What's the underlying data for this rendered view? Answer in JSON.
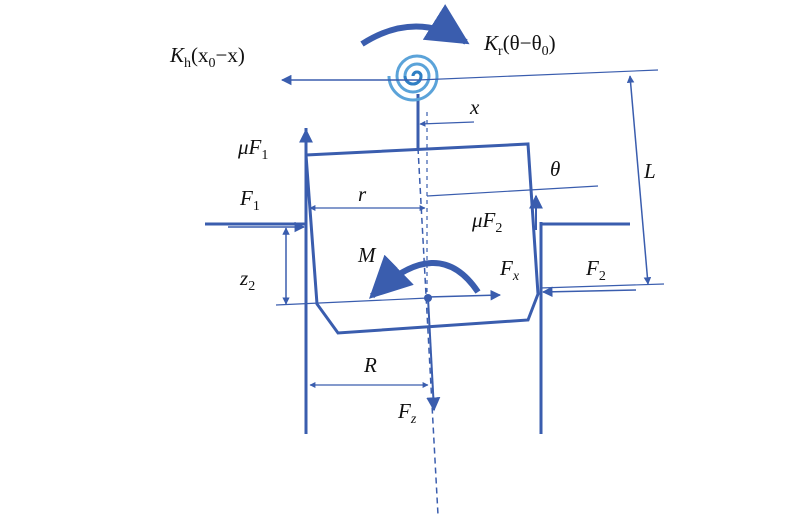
{
  "labels": {
    "kh": {
      "sym": "K",
      "sub": "h",
      "rest": "(x",
      "sub2": "0",
      "rest2": "−x)"
    },
    "kr": {
      "sym": "K",
      "sub": "r",
      "rest": "(θ−θ",
      "sub2": "0",
      "rest2": ")"
    },
    "x": "x",
    "L": "L",
    "mu_f1": {
      "mu": "μF",
      "sub": "1"
    },
    "theta": "θ",
    "f1": {
      "sym": "F",
      "sub": "1"
    },
    "r": "r",
    "mu_f2": {
      "mu": "μF",
      "sub": "2"
    },
    "M": "M",
    "fx": {
      "sym": "F",
      "sub": "x"
    },
    "f2": {
      "sym": "F",
      "sub": "2"
    },
    "z2": {
      "sym": "z",
      "sub": "2"
    },
    "R": "R",
    "fz": {
      "sym": "F",
      "sub": "z"
    }
  },
  "colors": {
    "line": "#3a5dae",
    "spring_outer": "#5ba3d9",
    "spring_inner": "#2f7fc4",
    "text": "#111111"
  }
}
